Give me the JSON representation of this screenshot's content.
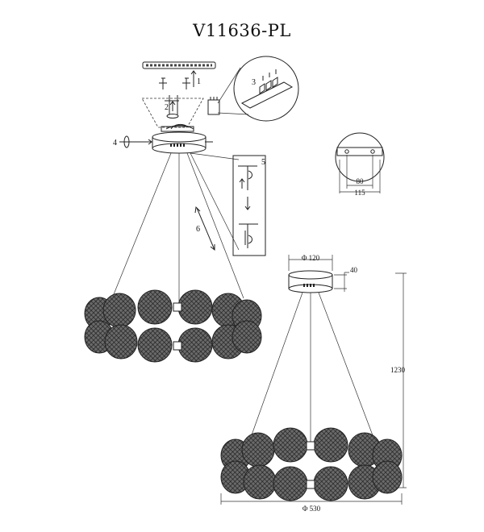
{
  "model": "V11636-PL",
  "step_labels": {
    "s1": "1",
    "s2": "2",
    "s3": "3",
    "s4": "4",
    "s5": "5",
    "s6": "6"
  },
  "dimensions": {
    "bracket_inner": "80",
    "bracket_outer": "115",
    "canopy_diameter": "Φ 120",
    "canopy_height": "40",
    "overall_height": "1230",
    "ring_diameter": "Φ 530"
  }
}
